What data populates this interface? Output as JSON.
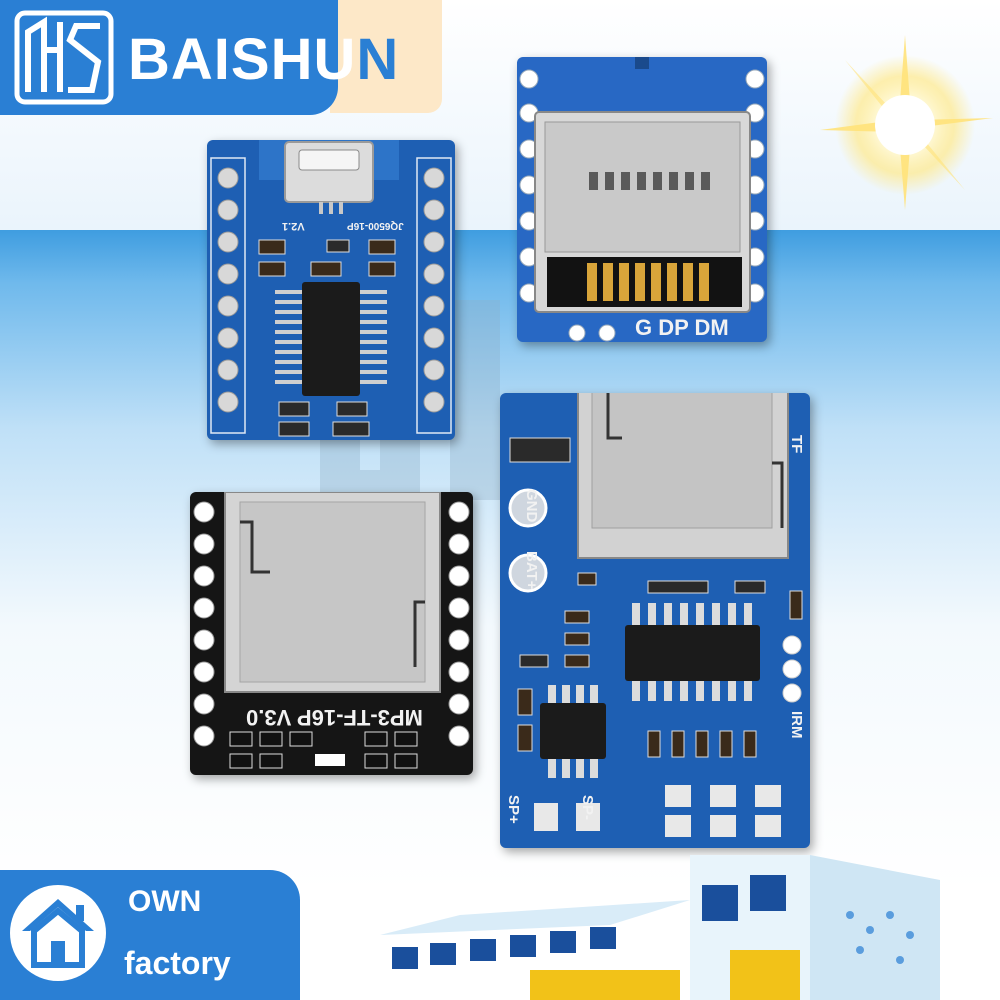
{
  "brand": {
    "name_main": "BAISHU",
    "name_tail": "N"
  },
  "boards": {
    "board1": {
      "label_v": "V2.1",
      "label_chip": "JQ6500-16P"
    },
    "board2": {
      "pins": "G DP DM"
    },
    "board3": {
      "label": "MP3-TF-16P V3.0"
    },
    "board4": {
      "gnd": "GND",
      "bat": "BAT+",
      "irm": "IRM",
      "sp_plus": "SP+",
      "sp_minus": "SP-",
      "tf": "TF"
    }
  },
  "badge": {
    "line1": "OWN",
    "line2": "factory"
  },
  "colors": {
    "brand_blue": "#2a7fd4",
    "pcb_blue": "#1e5fb3",
    "pcb_black": "#151515",
    "accent_peach": "#fde8c8"
  },
  "icons": [
    "house-icon",
    "sun-icon",
    "factory-illustration",
    "logo-mark"
  ]
}
